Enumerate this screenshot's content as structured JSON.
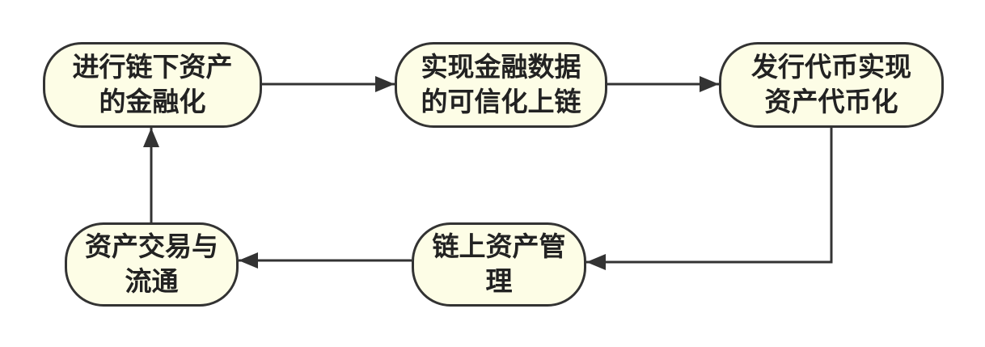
{
  "diagram": {
    "nodes": [
      {
        "id": "n1",
        "lines": [
          "进行链下资产",
          "的金融化"
        ]
      },
      {
        "id": "n2",
        "lines": [
          "实现金融数据",
          "的可信化上链"
        ]
      },
      {
        "id": "n3",
        "lines": [
          "发行代币实现",
          "资产代币化"
        ]
      },
      {
        "id": "n4",
        "lines": [
          "链上资产管",
          "理"
        ]
      },
      {
        "id": "n5",
        "lines": [
          "资产交易与",
          "流通"
        ]
      }
    ],
    "edges": [
      {
        "from": "n1",
        "to": "n2"
      },
      {
        "from": "n2",
        "to": "n3"
      },
      {
        "from": "n3",
        "to": "n4"
      },
      {
        "from": "n4",
        "to": "n5"
      },
      {
        "from": "n5",
        "to": "n1"
      }
    ],
    "colors": {
      "node_fill": "#fdfde6",
      "node_border": "#333333",
      "edge": "#333333",
      "text": "#222222"
    }
  }
}
